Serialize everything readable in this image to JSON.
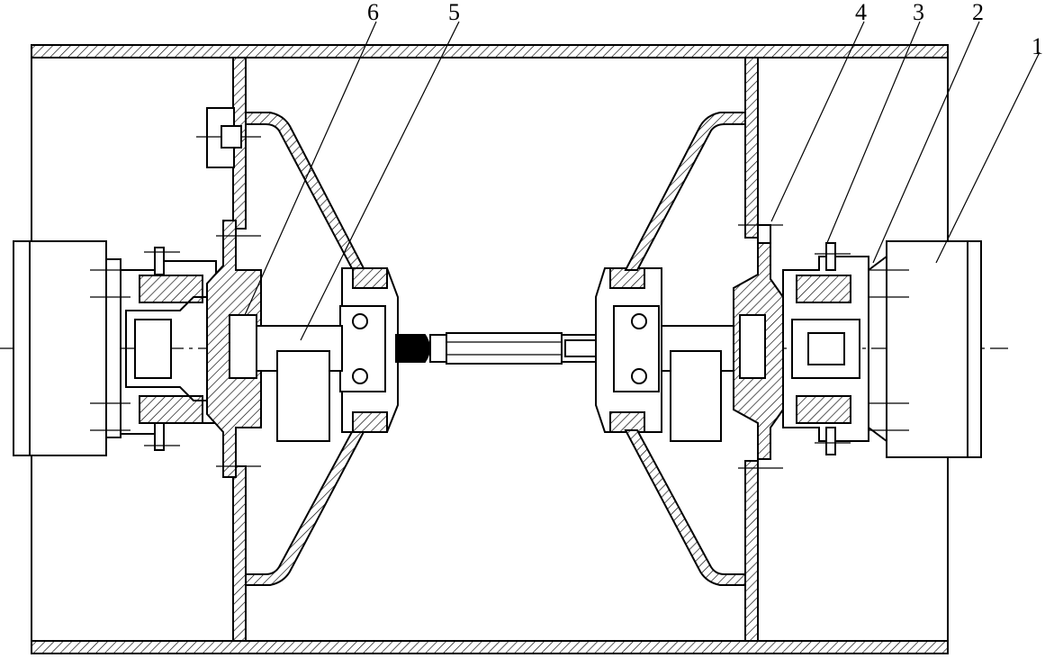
{
  "diagram": {
    "callouts": [
      {
        "id": "callout-1",
        "text": "1"
      },
      {
        "id": "callout-2",
        "text": "2"
      },
      {
        "id": "callout-3",
        "text": "3"
      },
      {
        "id": "callout-4",
        "text": "4"
      },
      {
        "id": "callout-5",
        "text": "5"
      },
      {
        "id": "callout-6",
        "text": "6"
      }
    ],
    "line_color": "#000000",
    "background_color": "#ffffff"
  }
}
